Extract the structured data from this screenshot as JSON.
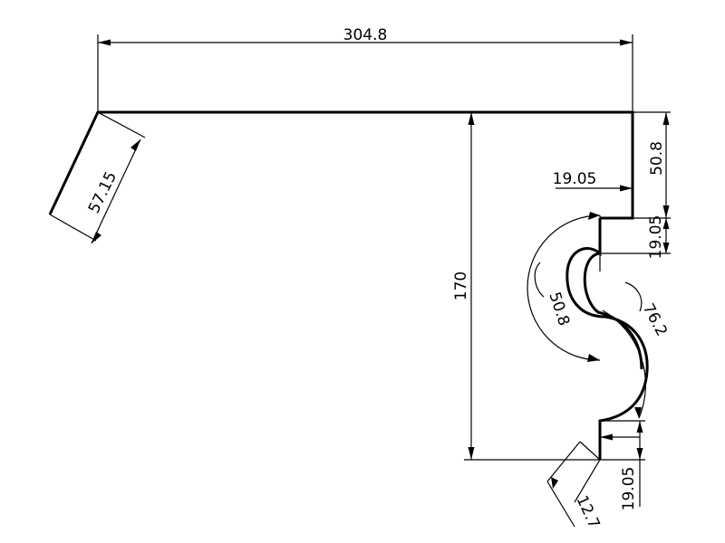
{
  "dimensions": {
    "overall_width": "304.8",
    "top_height": "50.8",
    "step_width": "19.05",
    "step_height": "19.05",
    "total_height": "170",
    "arc_upper_radius": "50.8",
    "arc_lower_radius": "76.2",
    "bottom_lip_height": "19.05",
    "bottom_lip_width": "12.7",
    "left_flange_length": "57.15"
  },
  "colors": {
    "line": "#000000",
    "background": "#ffffff"
  }
}
